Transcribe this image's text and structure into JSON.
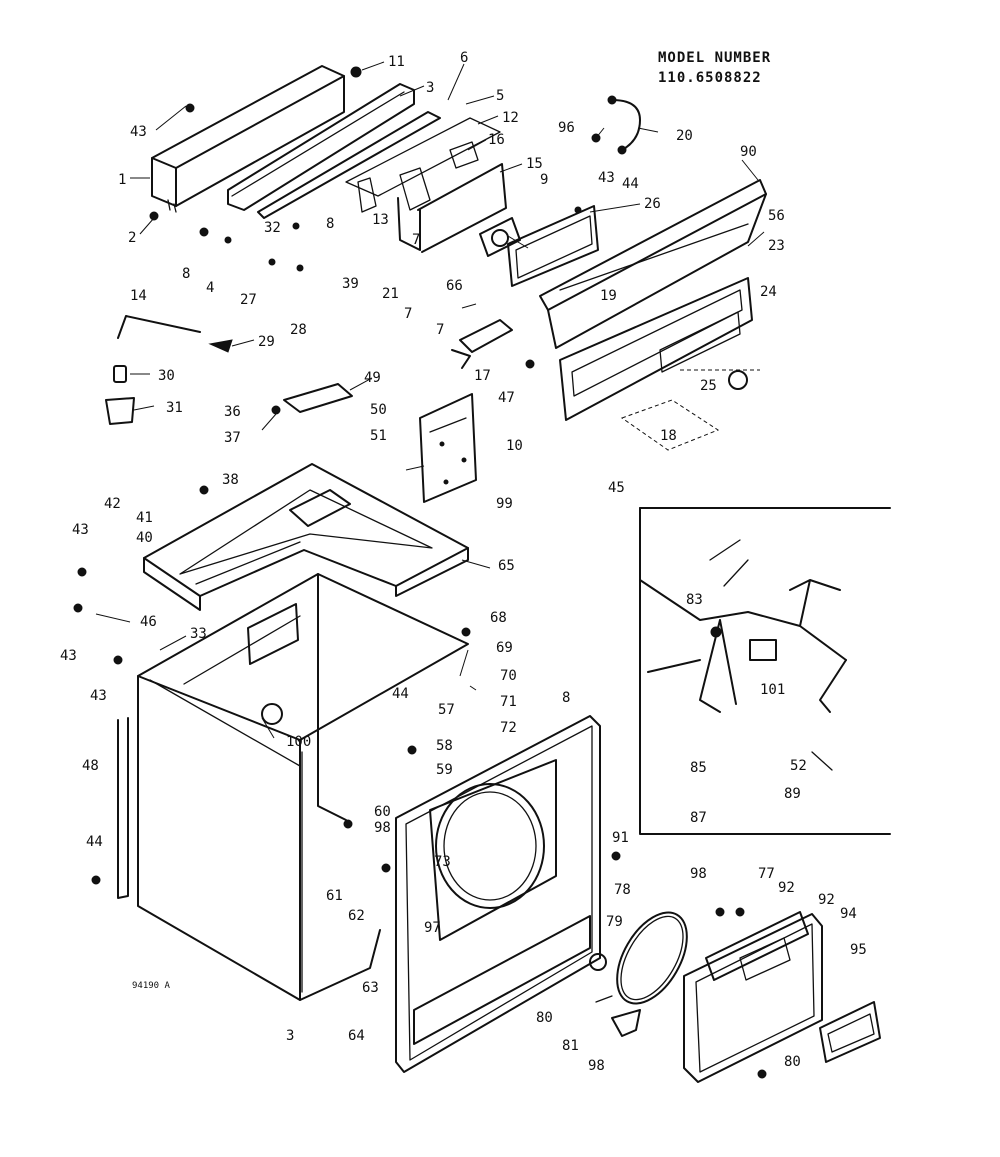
{
  "header": {
    "line1": "MODEL NUMBER",
    "line2": "110.6508822"
  },
  "drawing_code": "94190 A",
  "callouts": [
    "11",
    "6",
    "3",
    "5",
    "12",
    "16",
    "15",
    "9",
    "43",
    "1",
    "2",
    "8",
    "4",
    "32",
    "8",
    "13",
    "7",
    "39",
    "21",
    "7",
    "27",
    "28",
    "96",
    "20",
    "43",
    "44",
    "90",
    "26",
    "56",
    "23",
    "19",
    "24",
    "66",
    "25",
    "14",
    "29",
    "30",
    "31",
    "7",
    "17",
    "47",
    "18",
    "49",
    "50",
    "36",
    "37",
    "51",
    "10",
    "99",
    "45",
    "38",
    "42",
    "41",
    "40",
    "43",
    "65",
    "46",
    "43",
    "33",
    "43",
    "68",
    "69",
    "70",
    "44",
    "71",
    "57",
    "8",
    "72",
    "48",
    "100",
    "58",
    "59",
    "60",
    "98",
    "44",
    "91",
    "61",
    "62",
    "73",
    "97",
    "63",
    "64",
    "3",
    "78",
    "79",
    "98",
    "77",
    "92",
    "92",
    "94",
    "95",
    "80",
    "81",
    "98",
    "80",
    "83",
    "101",
    "85",
    "52",
    "89",
    "87"
  ]
}
